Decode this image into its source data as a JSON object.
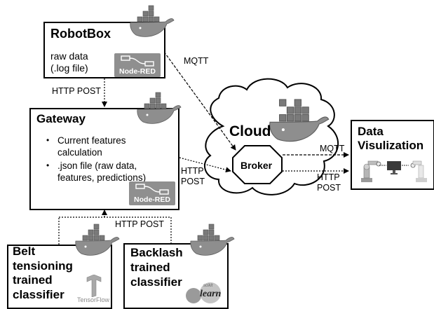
{
  "robotbox": {
    "title": "RobotBox",
    "body": "raw data\n(.log file)"
  },
  "gateway": {
    "title": "Gateway",
    "bullets": [
      "Current features\ncalculation",
      ".json file (raw data,\nfeatures, predictions)"
    ]
  },
  "belt": {
    "title": "Belt\ntensioning\ntrained\nclassifier"
  },
  "backlash": {
    "title": "Backlash\ntrained\nclassifier"
  },
  "cloud": {
    "title": "Cloud",
    "broker": "Broker"
  },
  "dataviz": {
    "title": "Data\nVisulization"
  },
  "edges": {
    "robot_to_gateway": "HTTP POST",
    "robot_to_broker": "MQTT",
    "gateway_to_broker": "HTTP\nPOST",
    "classifiers_to_gateway": "HTTP POST",
    "broker_to_dataviz_mqtt": "MQTT",
    "broker_to_dataviz_http": "HTTP\nPOST"
  },
  "logos": {
    "nodered": "Node-RED",
    "tensorflow": "TensorFlow",
    "sklearn": "learn",
    "sklearn_small": "scikit"
  },
  "icons": [
    "docker-whale-icon",
    "node-red-logo",
    "tensorflow-logo",
    "scikit-learn-logo",
    "robot-arm-icon",
    "monitor-icon"
  ]
}
